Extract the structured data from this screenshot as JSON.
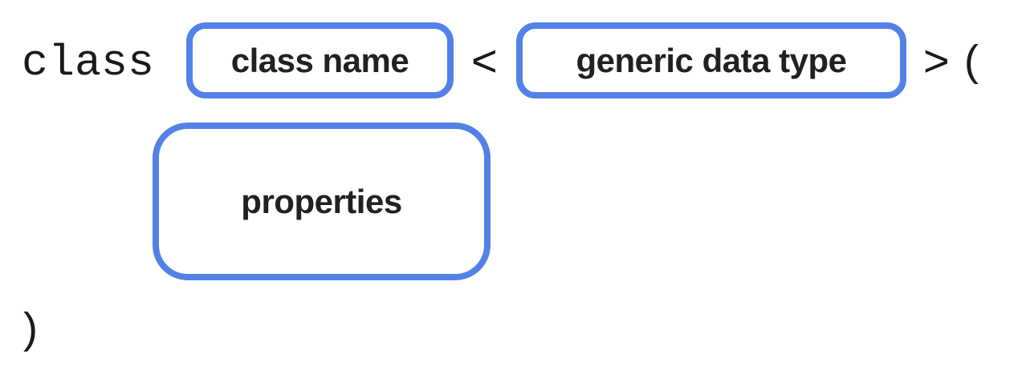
{
  "code": {
    "keyword_class": "class",
    "angle_open": "<",
    "angle_close": ">",
    "paren_open": "(",
    "paren_close": ")"
  },
  "placeholders": {
    "class_name": "class name",
    "generic_type": "generic data type",
    "properties": "properties"
  },
  "colors": {
    "box_border": "#5282E8",
    "code_text": "#1A1A1A",
    "label_text": "#202124",
    "background": "#FFFFFF"
  }
}
